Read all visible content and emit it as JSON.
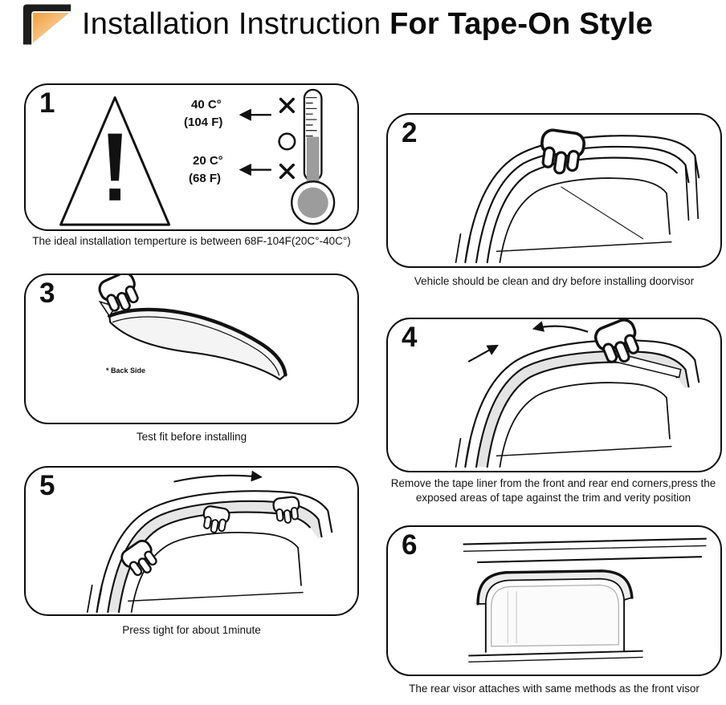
{
  "header": {
    "title_regular": "Installation Instruction ",
    "title_bold": "For Tape-On Style"
  },
  "colors": {
    "line": "#111111",
    "accent-orange-dark": "#ef9f3f",
    "accent-orange-light": "#fde6c0",
    "shade-gray": "#9c9c9c",
    "band-gray": "#e4e4e4"
  },
  "icons": {
    "page_corner": "folded-page-corner",
    "warning": "warning-triangle-exclamation",
    "thermometer": "thermometer",
    "cross": "✕",
    "circle": "○",
    "arrow_left": "←",
    "arrow_right": "→",
    "hand": "hand"
  },
  "steps": [
    {
      "number": "1",
      "temp_high_c": "40 C°",
      "temp_high_f": "(104 F)",
      "temp_low_c": "20 C°",
      "temp_low_f": "(68 F)",
      "caption": "The ideal installation temperture is between 68F-104F(20C°-40C°)"
    },
    {
      "number": "2",
      "caption": "Vehicle should be clean and dry before installing doorvisor"
    },
    {
      "number": "3",
      "back_side_label": "* Back Side",
      "caption": "Test fit before installing"
    },
    {
      "number": "4",
      "caption": "Remove the tape liner from the front and rear end corners,press the exposed areas of tape against the trim and verity position"
    },
    {
      "number": "5",
      "caption": "Press tight for about 1minute"
    },
    {
      "number": "6",
      "caption": "The rear visor attaches with same methods as the front visor"
    }
  ]
}
